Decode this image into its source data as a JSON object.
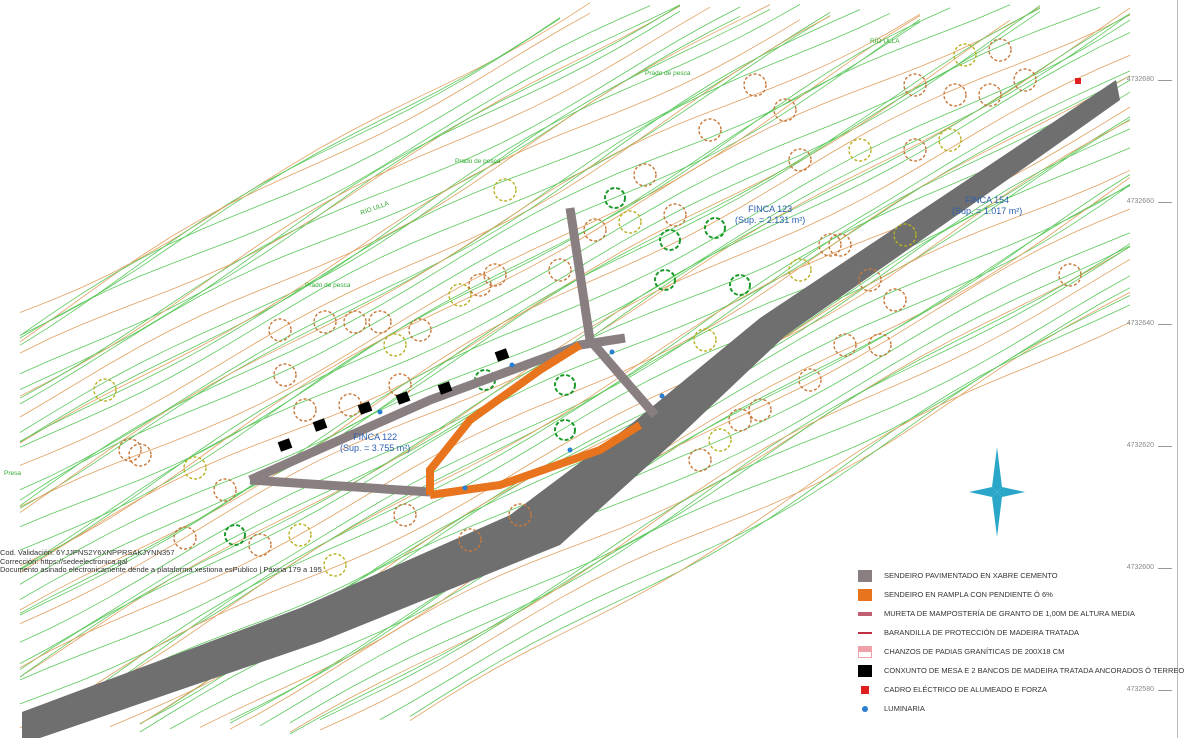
{
  "fincas": [
    {
      "name": "FINCA 122",
      "area": "(Sup. = 3.755 m²)"
    },
    {
      "name": "FINCA 123",
      "area": "(Sup. = 2.131 m²)"
    },
    {
      "name": "FINCA 154",
      "area": "(Sup. = 1.017 m²)"
    }
  ],
  "labels": {
    "rio1": "RÍO ULLA",
    "rio2": "RÍO ULLA",
    "prado1": "Prado de pesca",
    "prado2": "Prado de pesca",
    "prado3": "Prado de pesca",
    "presa": "Presa"
  },
  "coordinates": [
    "4732680",
    "4732660",
    "4732640",
    "4732620",
    "4732600",
    "4732580"
  ],
  "watermark": [
    "Cod. Validación: 6YJJPNS2Y6XNPPRSAKJYNN357",
    "Corrección: https://sedeelectronica.gal",
    "Documento asinado electronicamente dende a plataforma xestiona esPublico | Páxina 179 a 195"
  ],
  "legend": [
    {
      "label": "SENDEIRO PAVIMENTADO EN XABRE CEMENTO",
      "color": "#8a7f80"
    },
    {
      "label": "SENDEIRO EN RAMPLA CON PENDIENTE Ó 6%",
      "color": "#e8741e"
    },
    {
      "label": "MURETA DE MAMPOSTERÍA DE GRANTO DE 1,00M DE ALTURA MEDIA",
      "color": "#c06070"
    },
    {
      "label": "BARANDILLA DE PROTECCIÓN DE MADEIRA TRATADA",
      "color": "#c03040"
    },
    {
      "label": "CHANZOS DE PADIAS GRANÍTICAS DE 200X18 CM",
      "color": "#f0a0a8"
    },
    {
      "label": "CONXUNTO DE MESA E 2 BANCOS DE MADEIRA TRATADA ANCORADOS Ó TERREO",
      "color": "#000000"
    },
    {
      "label": "CADRO ELÉCTRICO DE ALUMEADO E FORZA",
      "color": "#e02020"
    },
    {
      "label": "LUMINARIA",
      "color": "#2a7fd0"
    }
  ],
  "colors": {
    "contour_green": "#5cc85c",
    "contour_orange": "#e0a060",
    "road": "#6f6f6f",
    "north_arrow": "#2aa6c8"
  }
}
